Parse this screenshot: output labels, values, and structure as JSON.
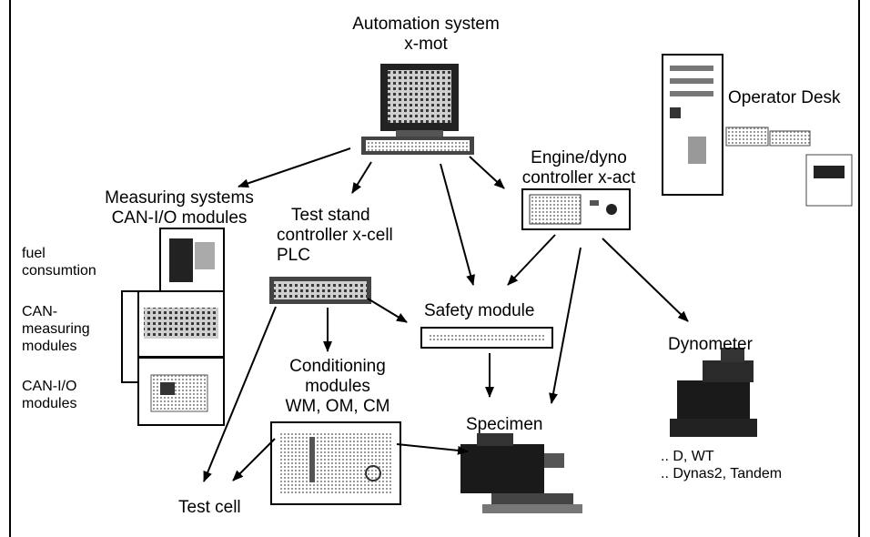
{
  "nodes": {
    "automation": {
      "line1": "Automation system",
      "line2": "x-mot"
    },
    "operator_desk": {
      "label": "Operator Desk"
    },
    "engine_dyno": {
      "line1": "Engine/dyno",
      "line2": "controller x-act"
    },
    "measuring": {
      "line1": "Measuring systems",
      "line2": "CAN-I/O modules"
    },
    "test_stand": {
      "line1": "Test stand",
      "line2": "controller x-cell",
      "line3": "PLC"
    },
    "safety": {
      "label": "Safety module"
    },
    "dynometer": {
      "label": "Dynometer",
      "variant1": ".. D, WT",
      "variant2": ".. Dynas2, Tandem"
    },
    "conditioning": {
      "line1": "Conditioning",
      "line2": "modules",
      "line3": "WM, OM, CM"
    },
    "specimen": {
      "label": "Specimen"
    },
    "test_cell": {
      "label": "Test cell"
    }
  },
  "measuring_items": [
    {
      "line1": "fuel",
      "line2": "consumtion"
    },
    {
      "line1": "CAN-",
      "line2": "measuring",
      "line3": "modules"
    },
    {
      "line1": "CAN-I/O",
      "line2": "modules"
    }
  ],
  "edges": [
    {
      "from": "Automation system",
      "to": "Measuring systems"
    },
    {
      "from": "Automation system",
      "to": "Test stand controller"
    },
    {
      "from": "Automation system",
      "to": "Safety module"
    },
    {
      "from": "Automation system",
      "to": "Engine/dyno controller"
    },
    {
      "from": "Engine/dyno controller",
      "to": "Safety module"
    },
    {
      "from": "Engine/dyno controller",
      "to": "Specimen"
    },
    {
      "from": "Engine/dyno controller",
      "to": "Dynometer"
    },
    {
      "from": "PLC",
      "to": "Safety module"
    },
    {
      "from": "PLC",
      "to": "Conditioning modules"
    },
    {
      "from": "PLC",
      "to": "Test cell"
    },
    {
      "from": "Safety module",
      "to": "Specimen"
    },
    {
      "from": "Conditioning modules",
      "to": "Specimen"
    },
    {
      "from": "Conditioning modules",
      "to": "Test cell"
    }
  ],
  "colors": {
    "line": "#000000",
    "photo_dark": "#1a1a1a",
    "photo_mid": "#8a8a8a",
    "photo_light": "#d8d8d8"
  }
}
